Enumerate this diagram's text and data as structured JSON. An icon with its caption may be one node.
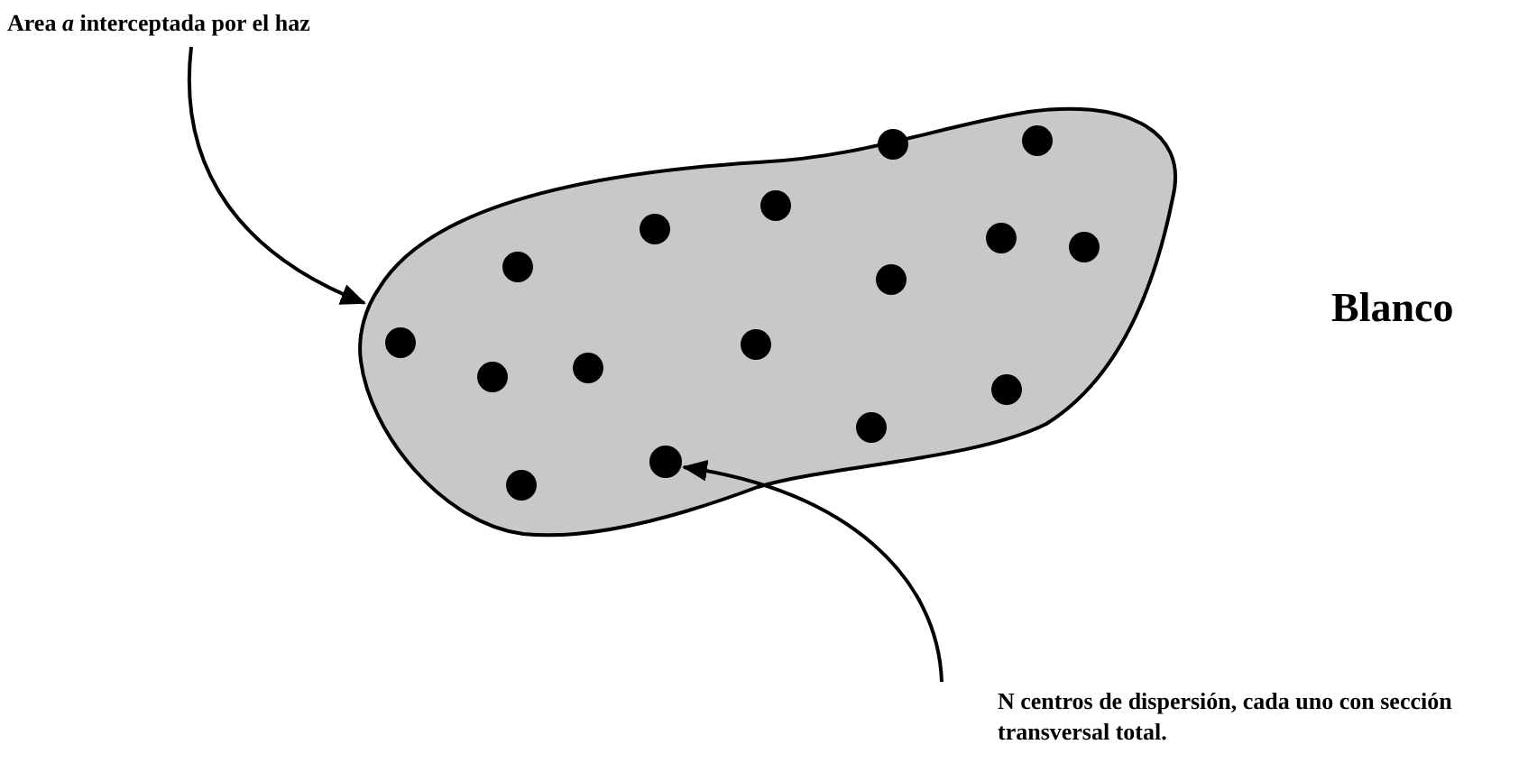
{
  "diagram": {
    "nodes": [
      {
        "text": [
          "Area *a* interceptada por el haz"
        ]
      },
      {
        "text": [],
        "shape": "blob",
        "beside": [
          "Blanco"
        ]
      },
      {
        "text": [],
        "shape": "circle",
        "in": 1
      },
      {
        "text": [
          "N centros de dispersión, cada uno con sección transversal total."
        ]
      }
    ],
    "edges": [
      {
        "from": 0,
        "to": 1,
        "arrow": "to"
      },
      {
        "from": 3,
        "to": 2,
        "arrow": "to"
      }
    ]
  }
}
